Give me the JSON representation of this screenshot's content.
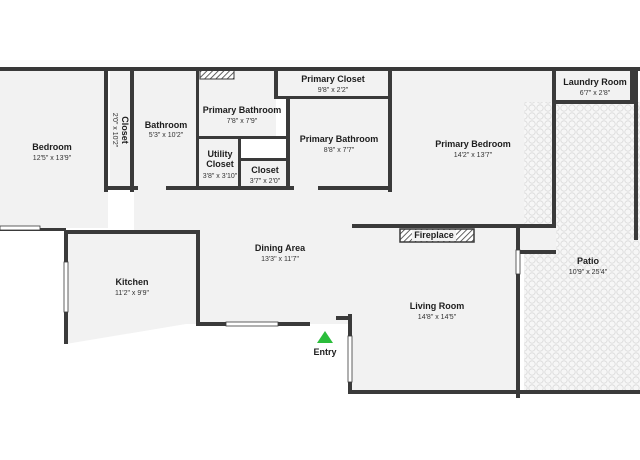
{
  "colors": {
    "wall": "#3a3a3a",
    "floor": "#f2f2f2",
    "patio_fill": "#f6f6f6",
    "patio_tile": "#d9d9d9",
    "entry_marker": "#2bbd3b",
    "background": "#ffffff"
  },
  "rooms": {
    "bedroom": {
      "name": "Bedroom",
      "dims": "12'5\" x 13'9\""
    },
    "closet_side": {
      "name": "Closet",
      "dims": "2'0\" x 10'2\""
    },
    "bathroom": {
      "name": "Bathroom",
      "dims": "5'3\" x 10'2\""
    },
    "primary_bathroom_small": {
      "name": "Primary Bathroom",
      "dims": "7'8\" x 7'9\""
    },
    "primary_closet": {
      "name": "Primary Closet",
      "dims": "9'8\" x 2'2\""
    },
    "primary_bathroom_large": {
      "name": "Primary Bathroom",
      "dims": "8'8\" x 7'7\""
    },
    "utility_closet": {
      "name_line1": "Utility",
      "name_line2": "Closet",
      "dims": "3'8\" x 3'10\""
    },
    "closet_small": {
      "name": "Closet",
      "dims": "3'7\" x 2'0\""
    },
    "primary_bedroom": {
      "name": "Primary Bedroom",
      "dims": "14'2\" x 13'7\""
    },
    "laundry_room": {
      "name": "Laundry Room",
      "dims": "6'7\" x 2'8\""
    },
    "dining_area": {
      "name": "Dining Area",
      "dims": "13'3\" x 11'7\""
    },
    "kitchen": {
      "name": "Kitchen",
      "dims": "11'2\" x 9'9\""
    },
    "fireplace": {
      "name": "Fireplace"
    },
    "patio": {
      "name": "Patio",
      "dims": "10'9\" x 25'4\""
    },
    "living_room": {
      "name": "Living Room",
      "dims": "14'8\" x 14'5\""
    },
    "entry": {
      "name": "Entry"
    }
  }
}
